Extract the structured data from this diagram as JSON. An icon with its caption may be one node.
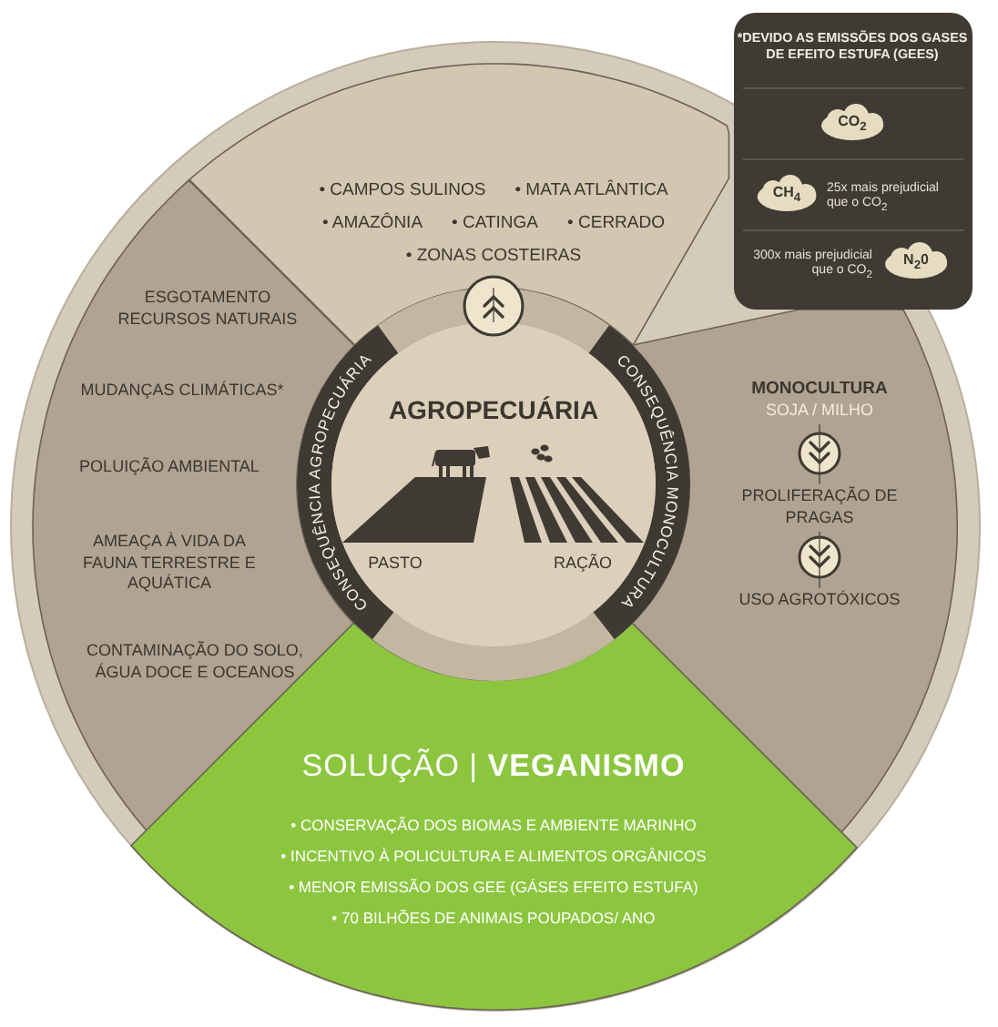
{
  "diagram": {
    "nodes": [
      {
        "text": [
          "• CAMPOS SULINOS",
          "• MATA ATLÂNTICA",
          "• AMAZÔNIA",
          "• CATINGA",
          "• CERRADO",
          "• ZONAS COSTEIRAS"
        ]
      },
      {
        "text": [
          "ESGOTAMENTO RECURSOS NATURAIS",
          "MUDANÇAS CLIMÁTICAS*",
          "POLUIÇÃO AMBIENTAL",
          "AMEAÇA À VIDA DA FAUNA TERRESTRE E AQUÁTICA",
          "CONTAMINAÇÃO DO SOLO, ÁGUA DOCE E OCEANOS"
        ]
      },
      {
        "text": [],
        "shape": "wedge"
      },
      {
        "text": [
          "MONOCULTURA",
          "SOJA / MILHO"
        ],
        "in": 2
      },
      {
        "text": [
          "PROLIFERAÇÃO DE PRAGAS"
        ],
        "in": 2
      },
      {
        "text": [
          "USO AGROTÓXICOS"
        ],
        "in": 2
      },
      {
        "text": [
          "AGROPECUÁRIA",
          "PASTO",
          "RAÇÃO"
        ]
      },
      {
        "text": [
          "SOLUÇÃO | **VEGANISMO**",
          "• CONSERVAÇÃO DOS BIOMAS E AMBIENTE MARINHO",
          "• INCENTIVO À POLICULTURA E ALIMENTOS ORGÂNICOS",
          "• MENOR EMISSÃO DOS GEE (GÁSES EFEITO ESTUFA)",
          "• 70 BILHÕES DE ANIMAIS POUPADOS/ ANO"
        ]
      },
      {
        "text": [
          "*DEVIDO AS EMISSÕES DOS GASES DE EFEITO ESTUFA (GEES)"
        ]
      },
      {
        "text": [
          "CO$_{2}$"
        ],
        "in": 8
      },
      {
        "text": [
          "CH$_{4}$"
        ],
        "in": 8,
        "beside": [
          "25x mais prejudicial que o CO$_{2}$"
        ]
      },
      {
        "text": [
          "N$_{2}$0"
        ],
        "in": 8,
        "beside": [
          "300x mais prejudicial que o CO$_{2}$"
        ]
      }
    ],
    "edges": [
      {
        "from": 6,
        "to": 0,
        "arrow": "to"
      },
      {
        "from": 3,
        "to": 4,
        "arrow": "to"
      },
      {
        "from": 4,
        "to": 5,
        "arrow": "to"
      }
    ],
    "labels": [
      "CONSEQUÊNCIA AGROPECUÁRIA",
      "CONSEQUÊNCIA MONOCULTURA"
    ]
  }
}
